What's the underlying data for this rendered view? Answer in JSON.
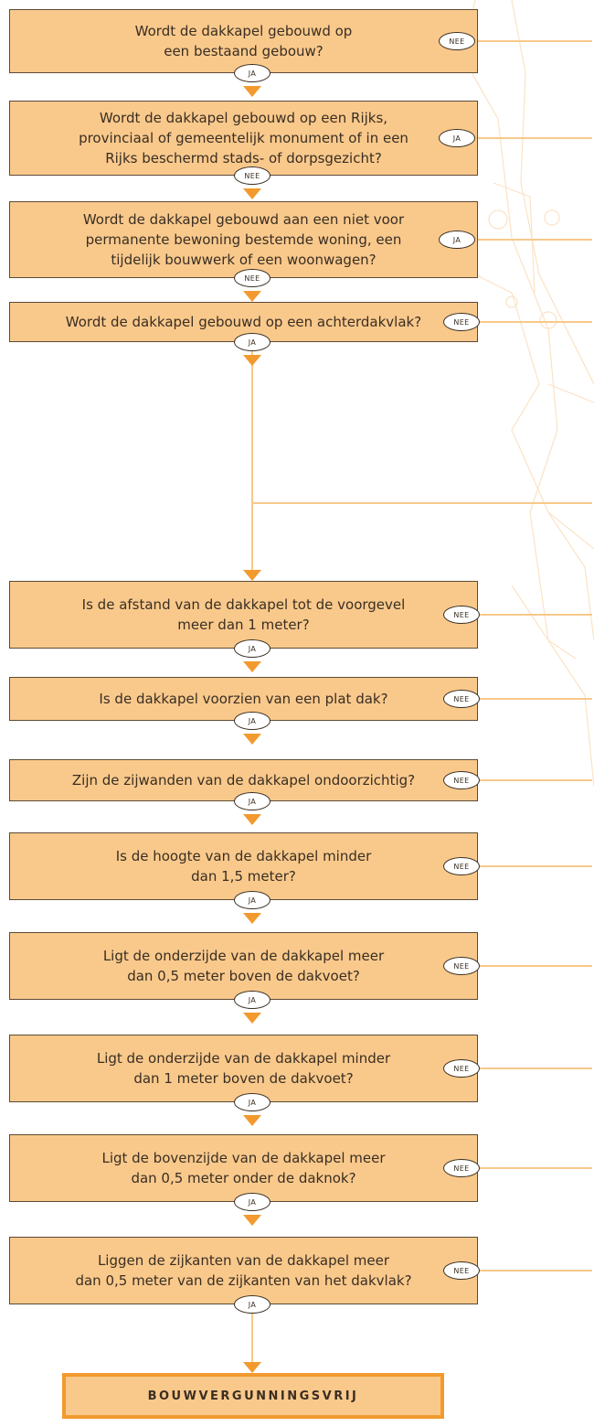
{
  "labels": {
    "no": "NEE",
    "yes": "JA"
  },
  "questions": [
    {
      "text": "Wordt de dakkapel gebouwd op\neen bestaand gebouw?",
      "branch": "NEE"
    },
    {
      "text": "Wordt de dakkapel gebouwd op een Rijks,\nprovinciaal of gemeentelijk monument of in een\nRijks beschermd stads- of dorpsgezicht?",
      "branch": "JA"
    },
    {
      "text": "Wordt de dakkapel gebouwd aan een niet voor\npermanente bewoning bestemde woning, een\ntijdelijk bouwwerk of een woonwagen?",
      "branch": "JA"
    },
    {
      "text": "Wordt de dakkapel gebouwd op een achterdakvlak?",
      "branch": "NEE"
    },
    {
      "text": "Is de afstand van de dakkapel tot de voorgevel\nmeer dan 1 meter?",
      "branch": "NEE"
    },
    {
      "text": "Is de dakkapel voorzien van een plat dak?",
      "branch": "NEE"
    },
    {
      "text": "Zijn de zijwanden van de dakkapel ondoorzichtig?",
      "branch": "NEE"
    },
    {
      "text": "Is de hoogte van de dakkapel minder\ndan 1,5 meter?",
      "branch": "NEE"
    },
    {
      "text": "Ligt de onderzijde van de dakkapel meer\ndan 0,5 meter boven de dakvoet?",
      "branch": "NEE"
    },
    {
      "text": "Ligt de onderzijde van de dakkapel minder\ndan 1 meter boven de dakvoet?",
      "branch": "NEE"
    },
    {
      "text": "Ligt de bovenzijde van de dakkapel meer\ndan 0,5 meter onder de daknok?",
      "branch": "NEE"
    },
    {
      "text": "Liggen de zijkanten van de dakkapel meer\ndan 0,5 meter van de zijkanten van het dakvlak?",
      "branch": "NEE"
    }
  ],
  "continue_labels": [
    "JA",
    "NEE",
    "NEE",
    "JA",
    "JA",
    "JA",
    "JA",
    "JA",
    "JA",
    "JA",
    "JA",
    "JA"
  ],
  "result": "BOUWVERGUNNINGSVRIJ",
  "colors": {
    "box_fill": "#f9c98c",
    "box_border": "#5c4a36",
    "arrow": "#f29a2e",
    "line": "#f7c98a"
  }
}
